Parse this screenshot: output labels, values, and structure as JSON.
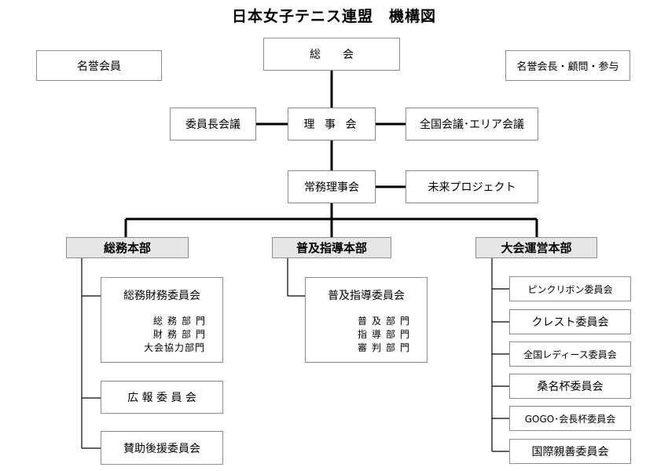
{
  "title": "日本女子テニス連盟　機構図",
  "top": {
    "general_assembly": "総　　会",
    "honorary_members": "名誉会員",
    "honorary_president": "名誉会長・顧問・参与"
  },
  "board": {
    "label": "理 事 会",
    "left": "委員長会議",
    "right": "全国会議･エリア会議"
  },
  "executive": {
    "label": "常務理事会",
    "right": "未来プロジェクト"
  },
  "headquarters": {
    "general": {
      "label": "総務本部",
      "committees": {
        "finance": {
          "title": "総務財務委員会",
          "depts": [
            "総務部門",
            "財務部門",
            "大会協力部門"
          ]
        },
        "pr": "広 報 委 員 会",
        "sponsor": "賛助後援委員会"
      }
    },
    "promotion": {
      "label": "普及指導本部",
      "committee": {
        "title": "普及指導委員会",
        "depts": [
          "普及部門",
          "指導部門",
          "審判部門"
        ]
      }
    },
    "tournament": {
      "label": "大会運営本部",
      "committees": [
        "ピンクリボン委員会",
        "クレスト委員会",
        "全国レディース委員会",
        "桑名杯委員会",
        "GOGO･会長杯委員会",
        "国際親善委員会"
      ]
    }
  }
}
